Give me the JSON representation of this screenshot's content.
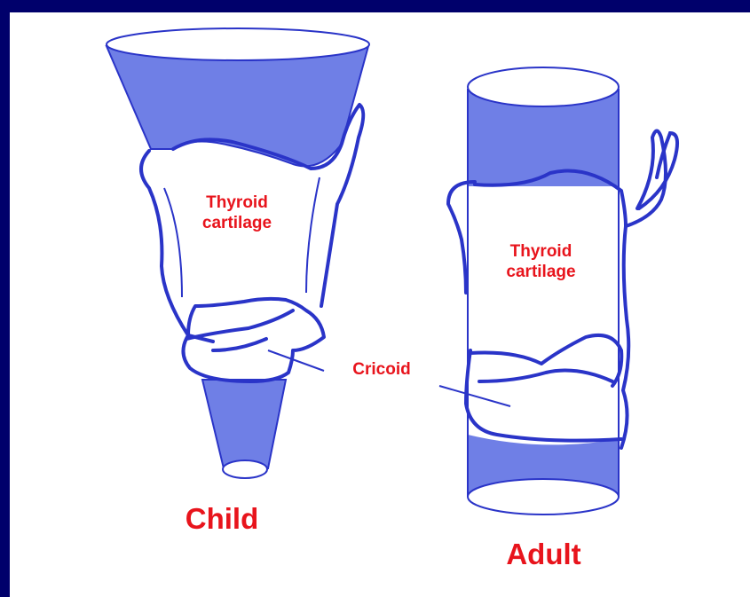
{
  "labels": {
    "child_thyroid_line1": "Thyroid",
    "child_thyroid_line2": "cartilage",
    "adult_thyroid_line1": "Thyroid",
    "adult_thyroid_line2": "cartilage",
    "cricoid": "Cricoid",
    "child": "Child",
    "adult": "Adult"
  },
  "colors": {
    "frame": "#00006b",
    "airway_fill": "#6f7fe6",
    "outline": "#2a34c8",
    "label_text": "#e8141c"
  }
}
